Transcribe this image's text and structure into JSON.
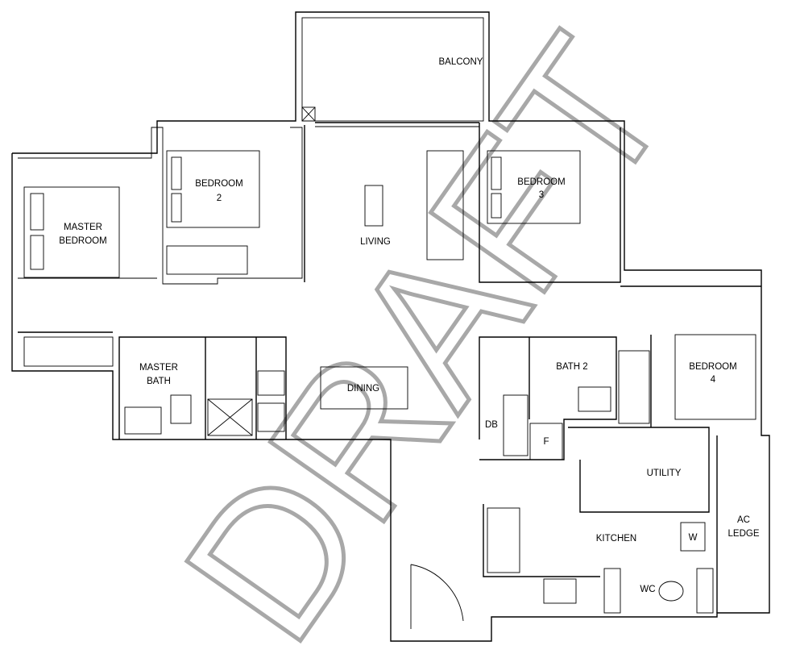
{
  "plan": {
    "rooms": {
      "balcony": "BALCONY",
      "bedroom2_a": "BEDROOM",
      "bedroom2_b": "2",
      "master_bedroom_a": "MASTER",
      "master_bedroom_b": "BEDROOM",
      "living": "LIVING",
      "bedroom3_a": "BEDROOM",
      "bedroom3_b": "3",
      "master_bath_a": "MASTER",
      "master_bath_b": "BATH",
      "dining": "DINING",
      "bath2": "BATH 2",
      "bedroom4_a": "BEDROOM",
      "bedroom4_b": "4",
      "db": "DB",
      "fridge": "F",
      "utility": "UTILITY",
      "kitchen": "KITCHEN",
      "washer": "W",
      "ac_ledge_a": "AC",
      "ac_ledge_b": "LEDGE",
      "wc": "WC"
    },
    "watermark": "DRAFT",
    "colors": {
      "wall": "#000000",
      "watermark": "#a8a8a8"
    }
  }
}
